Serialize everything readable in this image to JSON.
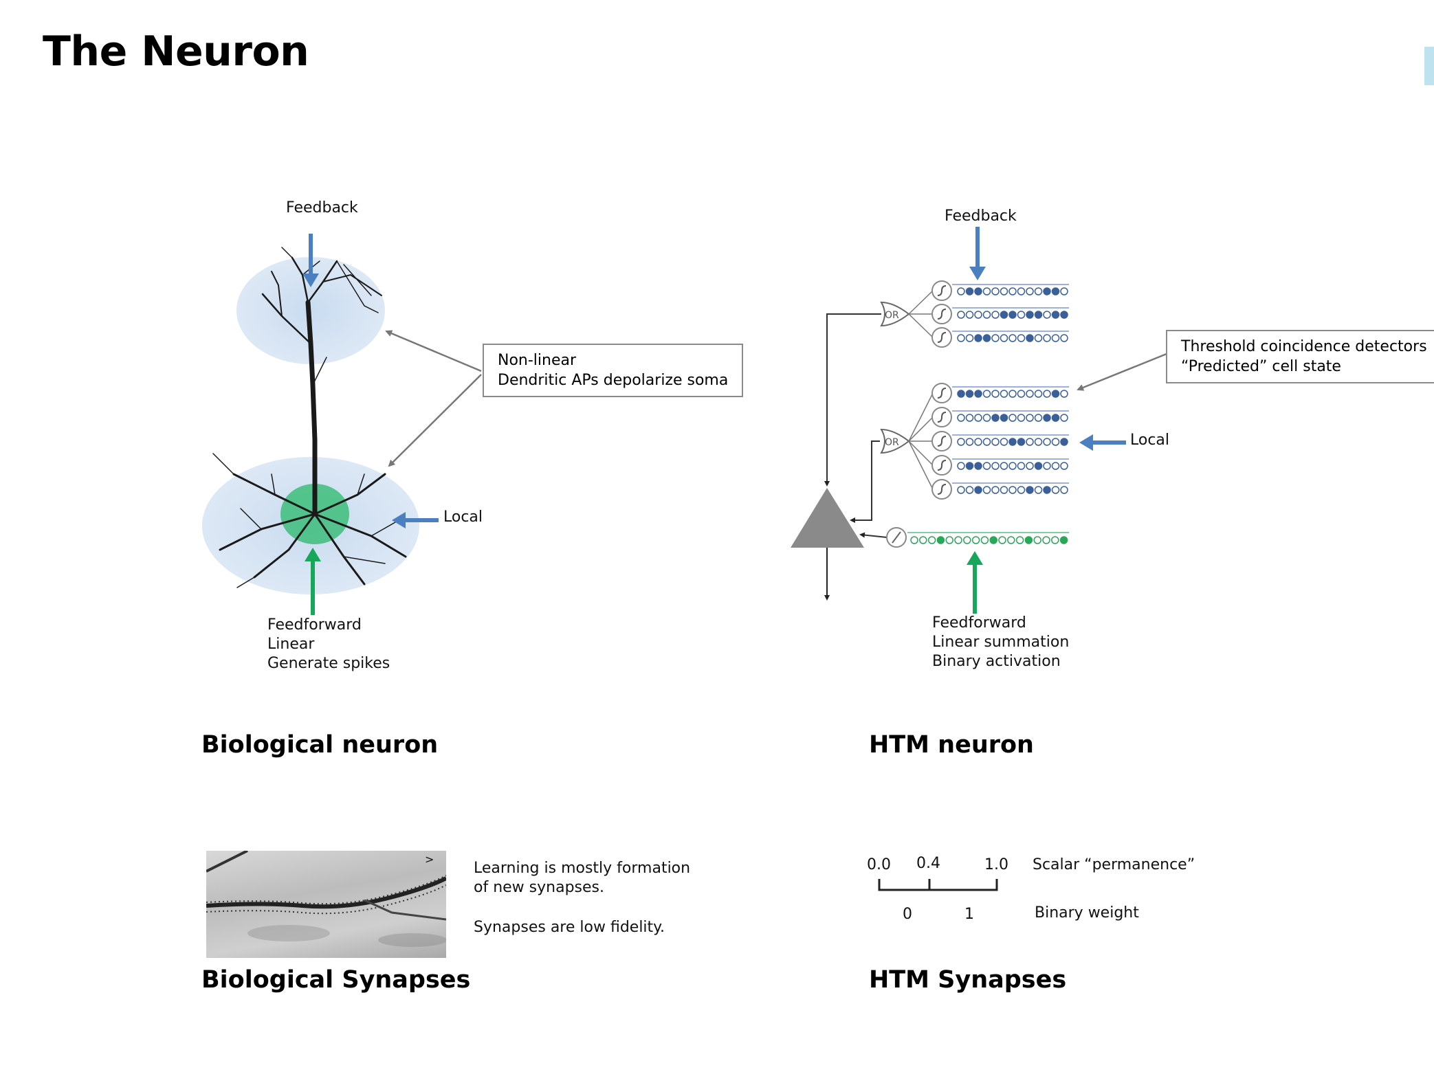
{
  "page": {
    "title": "The Neuron"
  },
  "biological": {
    "feedback_label": "Feedback",
    "local_label": "Local",
    "feedforward_lines": [
      "Feedforward",
      "Linear",
      "Generate spikes"
    ],
    "annotation_lines": [
      "Non-linear",
      "Dendritic APs depolarize soma"
    ],
    "section_title": "Biological neuron"
  },
  "htm": {
    "feedback_label": "Feedback",
    "local_label": "Local",
    "or_label": "OR",
    "feedforward_lines": [
      "Feedforward",
      "Linear summation",
      "Binary activation"
    ],
    "annotation_lines": [
      "Threshold coincidence detectors",
      "“Predicted” cell state"
    ],
    "section_title": "HTM neuron"
  },
  "synapses": {
    "bio_text_lines": [
      "Learning is mostly formation",
      "of new synapses."
    ],
    "bio_text_2": "Synapses are low fidelity.",
    "bio_title": "Biological Synapses",
    "scale_ticks": [
      "0.0",
      "0.4",
      "1.0"
    ],
    "scalar_label": "Scalar “permanence”",
    "binary_values": [
      "0",
      "1"
    ],
    "binary_label": "Binary weight",
    "htm_title": "HTM Synapses"
  },
  "colors": {
    "feedback_arrow": "#4a7fc1",
    "feedforward_arrow": "#17a75a",
    "soma_glow": "#3dbd7a",
    "dendrite_halo": "#d2e2f2",
    "gray_arrow": "#777777",
    "htm_triangle": "#8a8a8a",
    "segment_blue": "#3b5f99",
    "segment_green": "#2aa85a"
  },
  "icons": {
    "htm_soma": "triangle-icon",
    "or_gate": "or-gate-icon",
    "threshold": "sigmoid-icon",
    "linear_sum": "slash-icon"
  }
}
